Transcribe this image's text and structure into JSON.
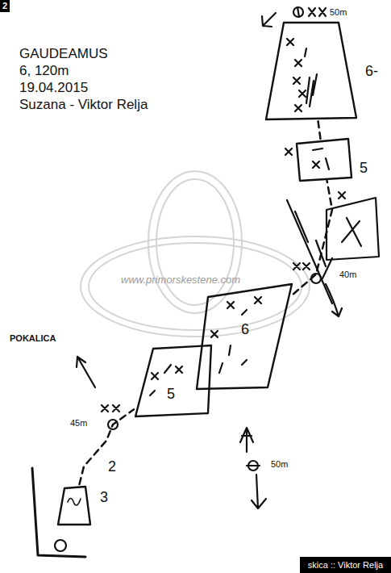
{
  "diagram": {
    "title": "GAUDEAMUS",
    "caption": "skica :: Viktor Relja",
    "nodes": [
      {
        "text": [
          "6-"
        ]
      },
      {
        "text": [
          "5"
        ]
      },
      {
        "text": [
          "6"
        ]
      },
      {
        "text": [
          "5"
        ]
      },
      {
        "text": [
          "3"
        ]
      }
    ],
    "edges": [
      {
        "from": 4,
        "to": 3,
        "arrow": "none"
      },
      {
        "from": 2,
        "to": 1,
        "arrow": "none"
      },
      {
        "from": 1,
        "to": 0,
        "arrow": "none"
      }
    ],
    "labels": [
      "2",
      "6, 120m",
      "19.04.2015",
      "Suzana - Viktor Relja",
      "50m",
      "40m",
      "POKALICA",
      "45m",
      "2",
      "50m",
      "www.primorskestene.com"
    ]
  }
}
